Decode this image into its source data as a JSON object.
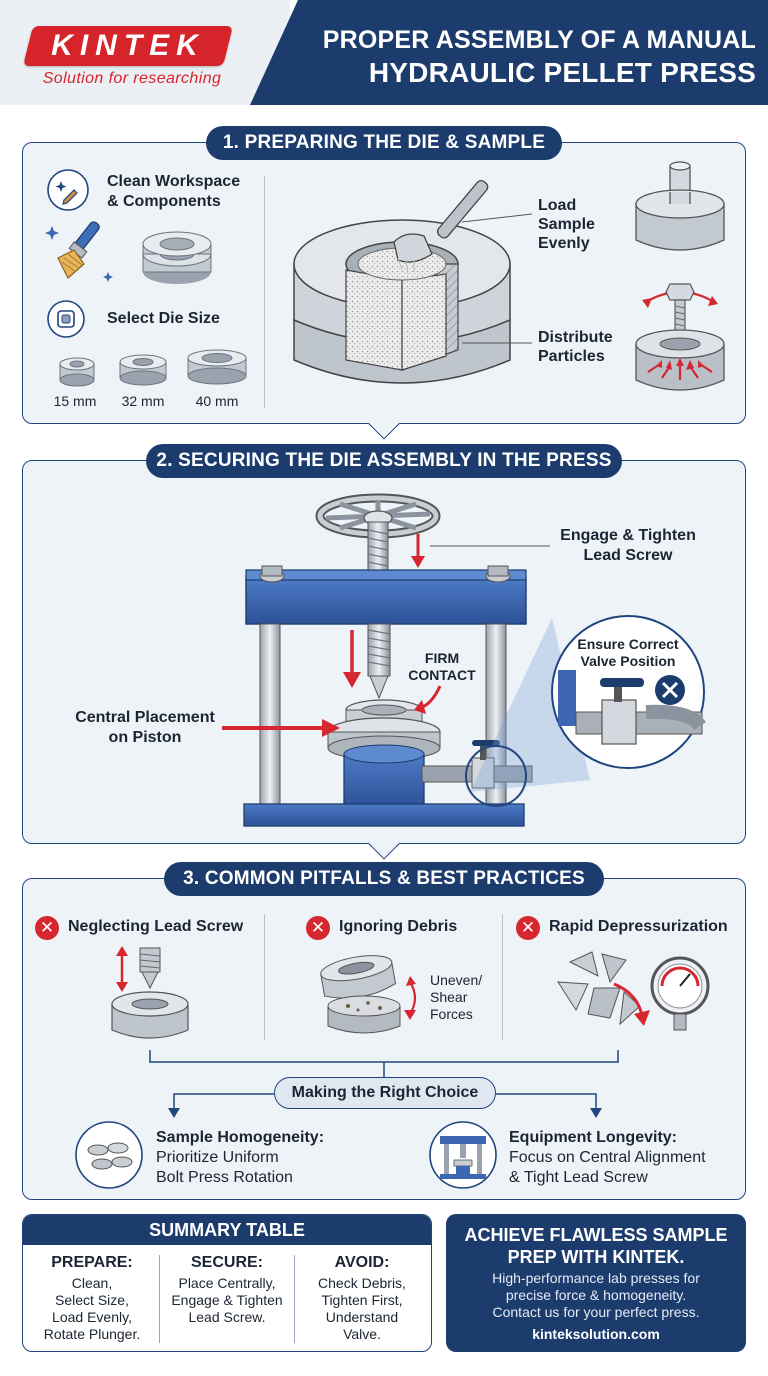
{
  "header": {
    "logo": "KINTEK",
    "tagline": "Solution for researching",
    "title_line1": "PROPER ASSEMBLY OF A MANUAL",
    "title_line2": "HYDRAULIC PELLET PRESS"
  },
  "section1": {
    "title": "1. PREPARING THE DIE & SAMPLE",
    "clean_line1": "Clean Workspace",
    "clean_line2": "& Components",
    "select_die": "Select Die Size",
    "sizes": [
      "15 mm",
      "32 mm",
      "40 mm"
    ],
    "load_line1": "Load",
    "load_line2": "Sample",
    "load_line3": "Evenly",
    "distribute_line1": "Distribute",
    "distribute_line2": "Particles"
  },
  "section2": {
    "title": "2. SECURING THE DIE ASSEMBLY IN THE PRESS",
    "engage_line1": "Engage & Tighten",
    "engage_line2": "Lead Screw",
    "valve_line1": "Ensure Correct",
    "valve_line2": "Valve Position",
    "firm_line1": "FIRM",
    "firm_line2": "CONTACT",
    "central_line1": "Central Placement",
    "central_line2": "on Piston"
  },
  "section3": {
    "title": "3. COMMON PITFALLS & BEST PRACTICES",
    "pitfalls": [
      "Neglecting Lead Screw",
      "Ignoring Debris",
      "Rapid Depressurization"
    ],
    "shear_line1": "Uneven/",
    "shear_line2": "Shear",
    "shear_line3": "Forces",
    "choice": "Making the Right Choice",
    "homog_title": "Sample Homogeneity:",
    "homog_line1": "Prioritize Uniform",
    "homog_line2": "Bolt Press Rotation",
    "longevity_title": "Equipment Longevity:",
    "longevity_line1": "Focus on Central Alignment",
    "longevity_line2": "& Tight Lead Screw"
  },
  "summary": {
    "title": "SUMMARY TABLE",
    "columns": [
      {
        "head": "PREPARE:",
        "lines": [
          "Clean,",
          "Select Size,",
          "Load Evenly,",
          "Rotate Plunger."
        ]
      },
      {
        "head": "SECURE:",
        "lines": [
          "Place Centrally,",
          "Engage & Tighten",
          "Lead Screw."
        ]
      },
      {
        "head": "AVOID:",
        "lines": [
          "Check Debris,",
          "Tighten First,",
          "Understand",
          "Valve."
        ]
      }
    ]
  },
  "cta": {
    "title_line1": "ACHIEVE FLAWLESS SAMPLE",
    "title_line2": "PREP WITH KINTEK.",
    "body_line1": "High-performance lab presses for",
    "body_line2": "precise force & homogeneity.",
    "body_line3": "Contact us for your perfect press.",
    "url": "kinteksolution.com"
  },
  "colors": {
    "navy": "#1d3c6e",
    "red": "#d6242b",
    "panel": "#eef3f8",
    "press_blue": "#3d67b3"
  }
}
